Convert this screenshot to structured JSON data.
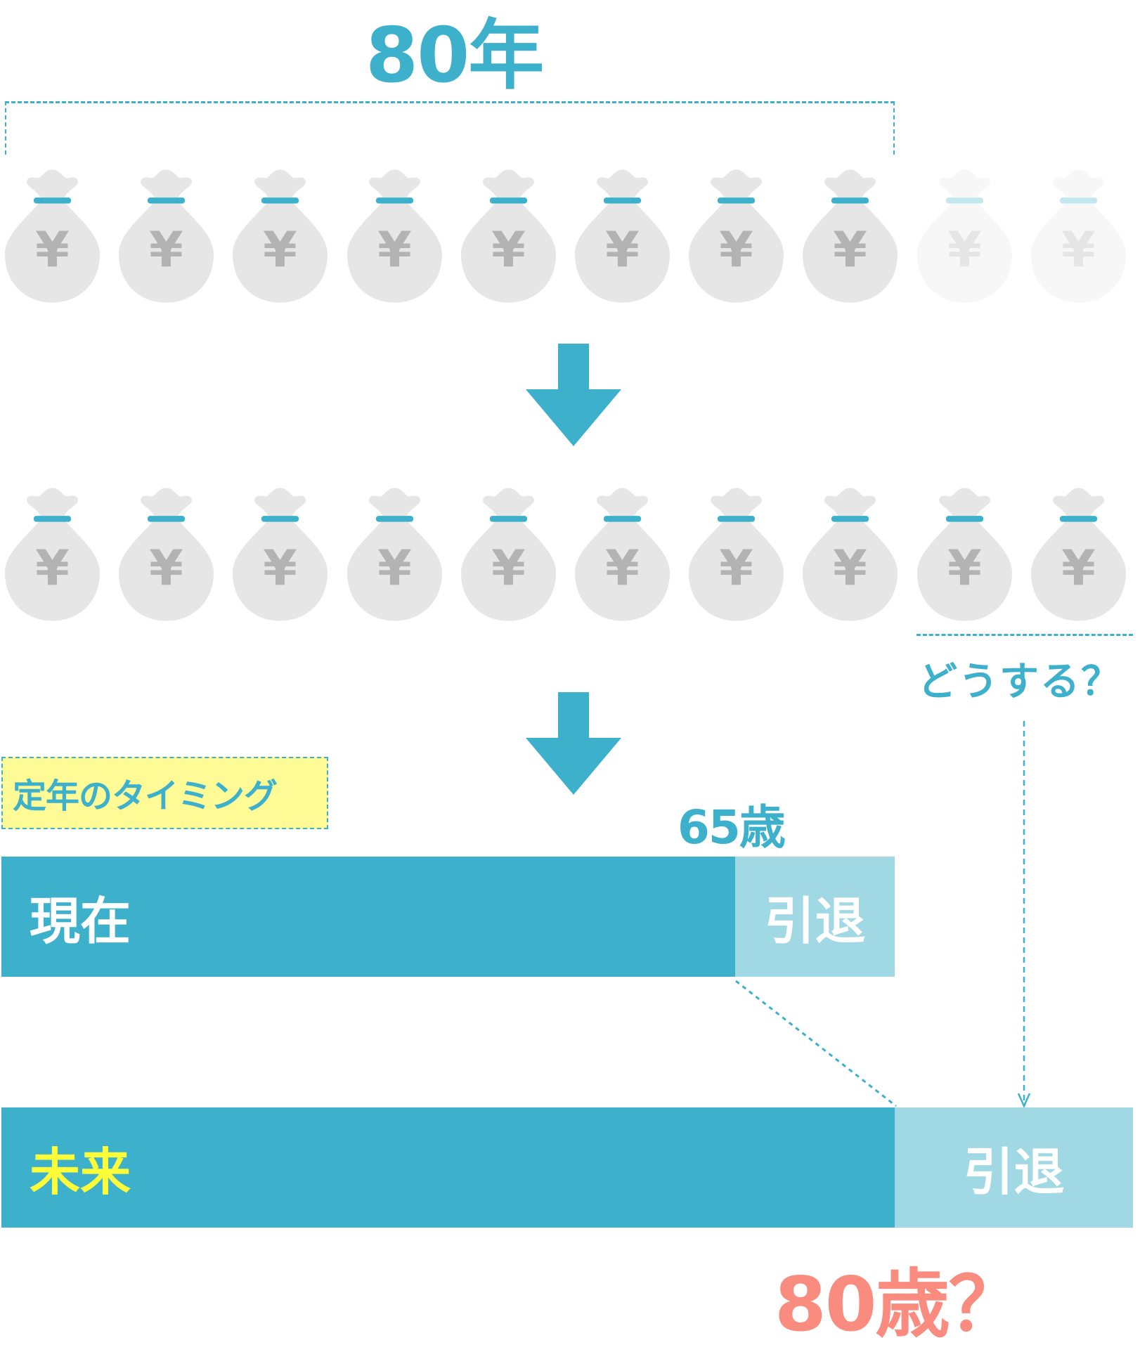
{
  "title": "80年",
  "bags": {
    "symbol": "¥",
    "row1": {
      "total": 10,
      "filled": 8
    },
    "row2": {
      "total": 10,
      "filled": 10
    }
  },
  "question": "どうする？",
  "retirement_label": "定年のタイミング",
  "age_current": "65歳",
  "bars": {
    "current": {
      "label": "現在",
      "retire_label": "引退"
    },
    "future": {
      "label": "未来",
      "retire_label": "引退"
    }
  },
  "age_future": "80歳？",
  "colors": {
    "teal": "#3db1cb",
    "light_teal": "#a0d8e4",
    "bag": "#e6e6e6",
    "yen": "#b3b3b3",
    "yellow": "#fcfd38",
    "salmon": "#f98b7f"
  }
}
